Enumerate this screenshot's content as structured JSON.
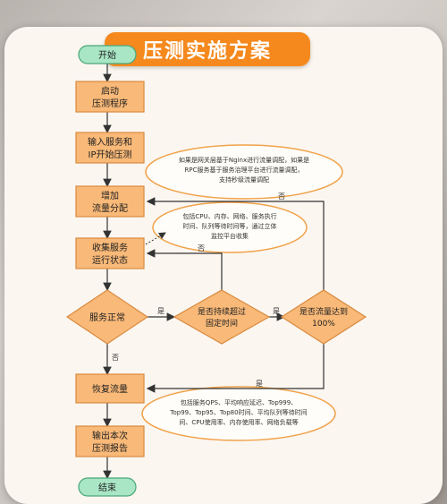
{
  "title": "压测实施方案",
  "nodes": {
    "start": "开始",
    "launch": [
      "启动",
      "压测程序"
    ],
    "input": [
      "输入服务和",
      "IP开始压测"
    ],
    "increase": [
      "增加",
      "流量分配"
    ],
    "collect": [
      "收集服务",
      "运行状态"
    ],
    "normal": "服务正常",
    "sustain": [
      "是否持续超过",
      "固定时间"
    ],
    "reached": [
      "是否流量达到",
      "100%"
    ],
    "restore": "恢复流量",
    "report": [
      "输出本次",
      "压测报告"
    ],
    "end": "结束"
  },
  "edge_labels": {
    "yes1": "是",
    "yes2": "是",
    "no_sustain": "否",
    "no_reached": "否",
    "no_normal": "否",
    "yes_reached": "是"
  },
  "notes": {
    "increase_note": [
      "如果是网关层基于Nginx进行流量调配，如果是",
      "RPC服务基于服务治理平台进行流量调配，",
      "支持秒级流量调配"
    ],
    "collect_note": [
      "包括CPU、内存、网络、服务执行",
      "时间、队列等待时间等，通过立体",
      "监控平台收集"
    ],
    "report_note": [
      "包括服务QPS、平均响应延迟、Top999、",
      "Top99、Top95、Top80时间、平均队列等待时间",
      "间、CPU使用率、内存使用率、网络负载等"
    ]
  },
  "colors": {
    "banner": "#f5891d",
    "process_fill": "#f9b978",
    "process_stroke": "#d98a3e",
    "terminal_fill": "#a8e6c5",
    "terminal_stroke": "#4aa77a",
    "note_stroke": "#f0a24a"
  }
}
